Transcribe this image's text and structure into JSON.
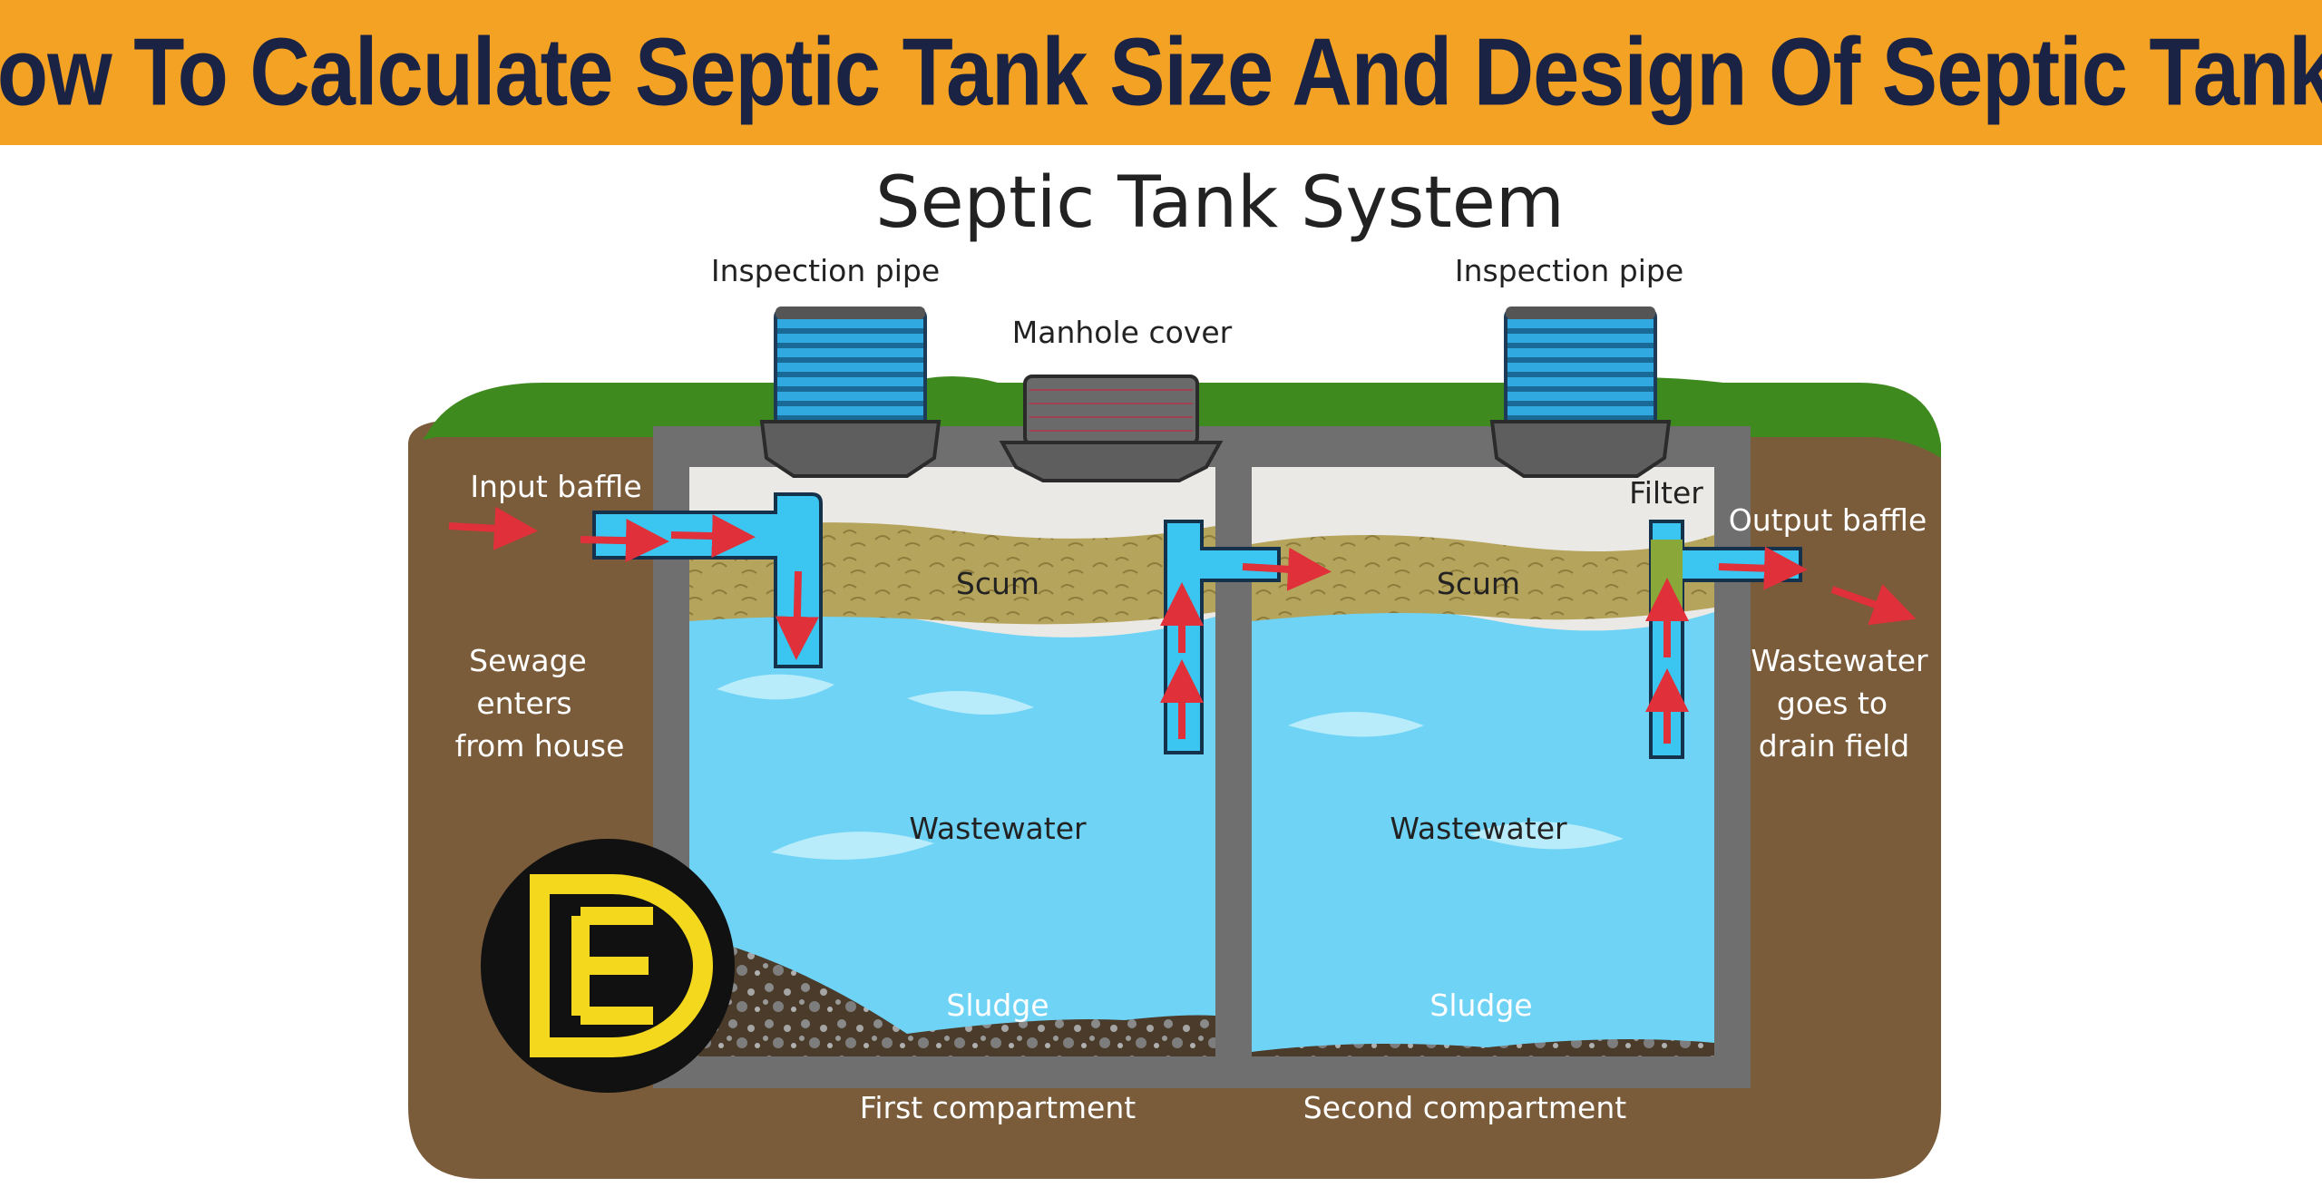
{
  "banner": {
    "title": "How To Calculate Septic Tank Size And Design Of Septic Tank?"
  },
  "diagram": {
    "title": "Septic Tank System",
    "labels": {
      "inspection_pipe_left": "Inspection pipe",
      "inspection_pipe_right": "Inspection pipe",
      "manhole_cover": "Manhole cover",
      "input_baffle": "Input baffle",
      "filter": "Filter",
      "output_baffle": "Output baffle",
      "scum_left": "Scum",
      "scum_right": "Scum",
      "wastewater_left": "Wastewater",
      "wastewater_right": "Wastewater",
      "sludge_left": "Sludge",
      "sludge_right": "Sludge",
      "first_compartment": "First compartment",
      "second_compartment": "Second compartment",
      "sewage_line1": "Sewage",
      "sewage_line2": "enters",
      "sewage_line3": "from house",
      "drain_line1": "Wastewater",
      "drain_line2": "goes to",
      "drain_line3": "drain field"
    }
  },
  "colors": {
    "banner": "#f4a224",
    "title_text": "#1b2344",
    "soil": "#7a5c3a",
    "grass": "#3f8a1f",
    "tank_wall": "#6f6f6f",
    "water": "#6fd3f5",
    "scum": "#b5a45c",
    "sludge": "#4b3b2b",
    "pipe": "#3ac6f0",
    "arrow": "#e0303a",
    "logo_yellow": "#f3d81e"
  },
  "logo": {
    "icon": "fd-logo-icon"
  }
}
